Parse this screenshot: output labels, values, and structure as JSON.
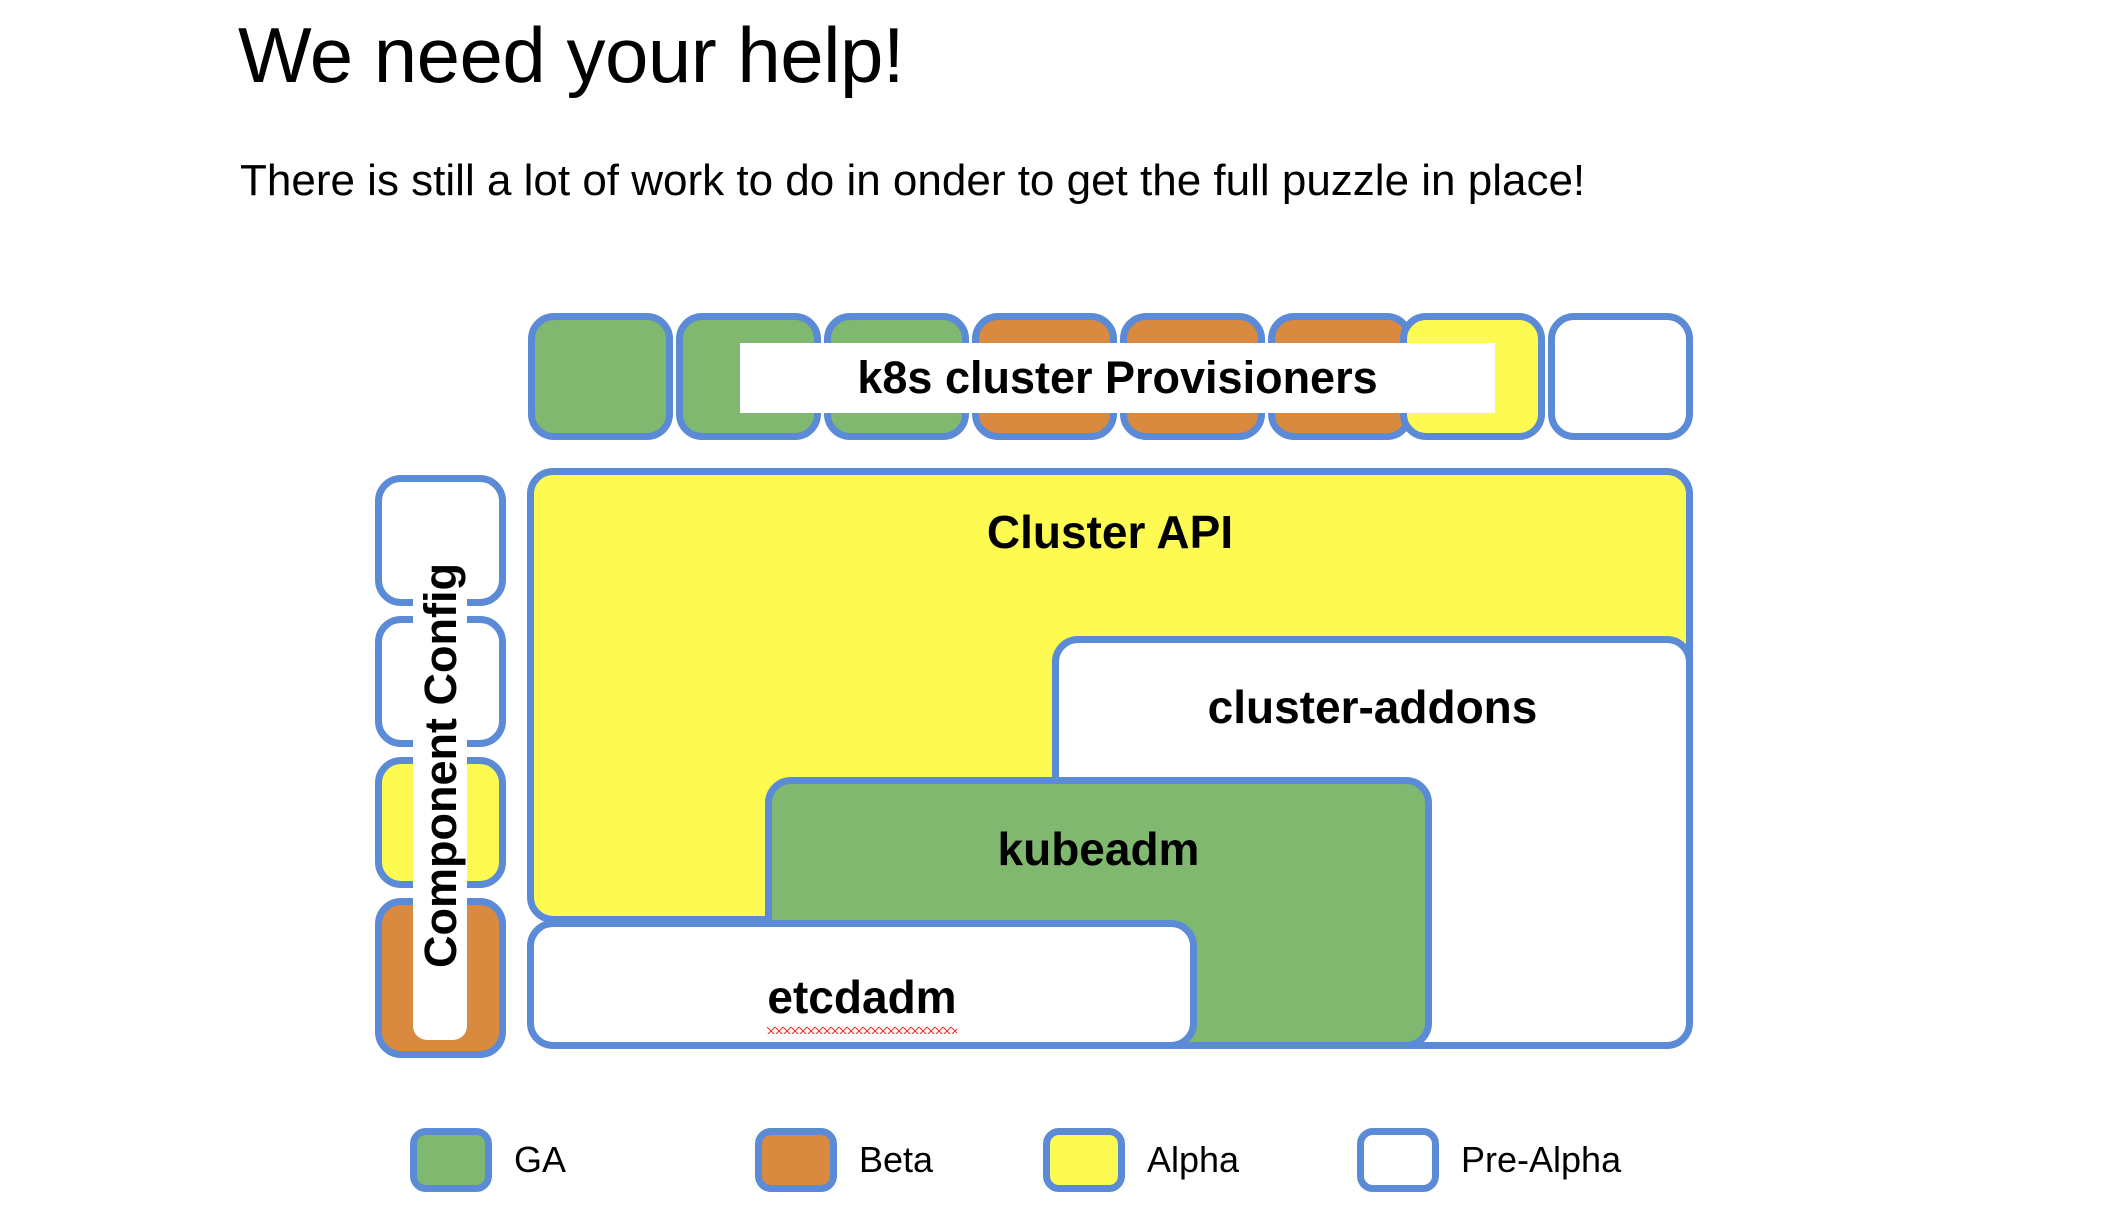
{
  "slide": {
    "title": "We need your help!",
    "subtitle": "There is still a lot of work to do in onder to get the full puzzle in place!"
  },
  "provisioners": {
    "label": "k8s cluster Provisioners",
    "tiles": [
      {
        "name": "tile-1",
        "status": "GA",
        "color": "#80b870"
      },
      {
        "name": "tile-2",
        "status": "GA",
        "color": "#80b870"
      },
      {
        "name": "tile-3",
        "status": "GA",
        "color": "#80b870"
      },
      {
        "name": "tile-4",
        "status": "Beta",
        "color": "#d98a3f"
      },
      {
        "name": "tile-5",
        "status": "Beta",
        "color": "#d98a3f"
      },
      {
        "name": "tile-6",
        "status": "Beta",
        "color": "#d98a3f"
      },
      {
        "name": "tile-7",
        "status": "Alpha",
        "color": "#fdfb52"
      },
      {
        "name": "tile-8",
        "status": "Pre-Alpha",
        "color": "#ffffff"
      }
    ]
  },
  "component_config": {
    "label": "Component Config",
    "tiles": [
      {
        "name": "cc-tile-1",
        "status": "Pre-Alpha",
        "color": "#ffffff"
      },
      {
        "name": "cc-tile-2",
        "status": "Pre-Alpha",
        "color": "#ffffff"
      },
      {
        "name": "cc-tile-3",
        "status": "Alpha",
        "color": "#fdfb52"
      },
      {
        "name": "cc-tile-4",
        "status": "Beta",
        "color": "#d98a3f"
      }
    ]
  },
  "components": {
    "cluster_api": {
      "label": "Cluster API",
      "status": "Alpha",
      "color": "#fdfb52"
    },
    "cluster_addons": {
      "label": "cluster-addons",
      "status": "Pre-Alpha",
      "color": "#ffffff"
    },
    "kubeadm": {
      "label": "kubeadm",
      "status": "GA",
      "color": "#80b870"
    },
    "etcdadm": {
      "label": "etcdadm",
      "status": "Pre-Alpha",
      "color": "#ffffff",
      "spellcheck_underline": true
    }
  },
  "legend": {
    "items": [
      {
        "label": "GA",
        "color": "#80b870"
      },
      {
        "label": "Beta",
        "color": "#d98a3f"
      },
      {
        "label": "Alpha",
        "color": "#fdfb52"
      },
      {
        "label": "Pre-Alpha",
        "color": "#ffffff"
      }
    ]
  },
  "theme": {
    "border": "#5b8ad6",
    "ga": "#80b870",
    "beta": "#d98a3f",
    "alpha": "#fdfb52",
    "prealpha": "#ffffff",
    "text": "#000000",
    "background": "#ffffff",
    "spellcheck": "#e03b2e"
  }
}
